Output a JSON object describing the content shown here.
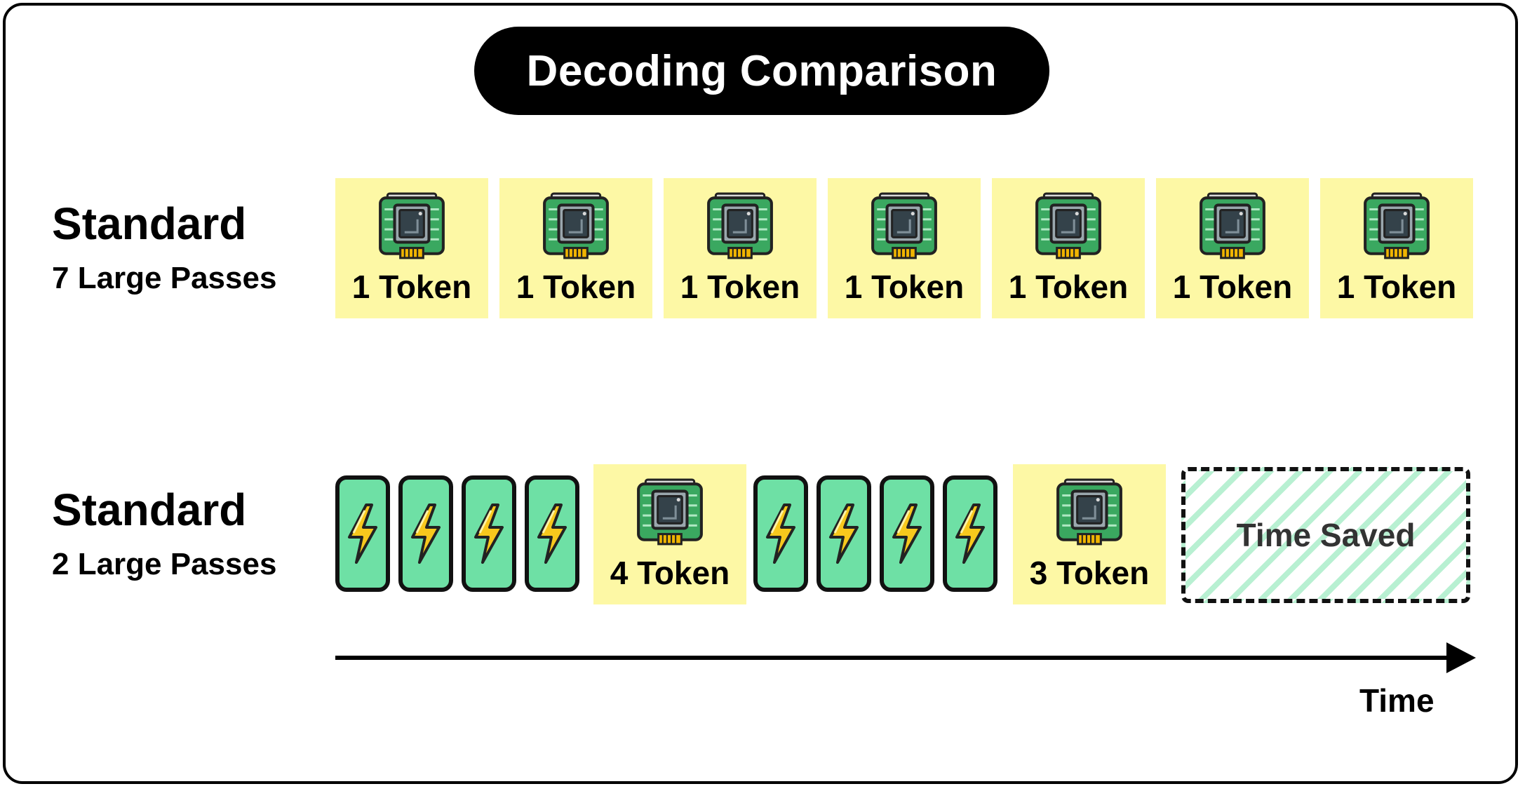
{
  "title": "Decoding Comparison",
  "rows": [
    {
      "title": "Standard",
      "subtitle": "7 Large Passes",
      "tokens": [
        "1 Token",
        "1 Token",
        "1 Token",
        "1 Token",
        "1 Token",
        "1 Token",
        "1 Token"
      ]
    },
    {
      "title": "Standard",
      "subtitle": "2 Large Passes",
      "tokens": [
        "4 Token",
        "3 Token"
      ],
      "draft_blocks_per_group": 4,
      "saved_label": "Time Saved"
    }
  ],
  "axis_label": "Time",
  "colors": {
    "token_bg": "#fdf8a5",
    "draft_bg": "#6ee0a5",
    "bolt": "#f7c81d",
    "chip_board": "#2e9a55",
    "stripe": "#b8f0d2"
  },
  "icons": {
    "large_model": "circuit-chip-icon",
    "draft_model": "lightning-bolt-icon"
  }
}
